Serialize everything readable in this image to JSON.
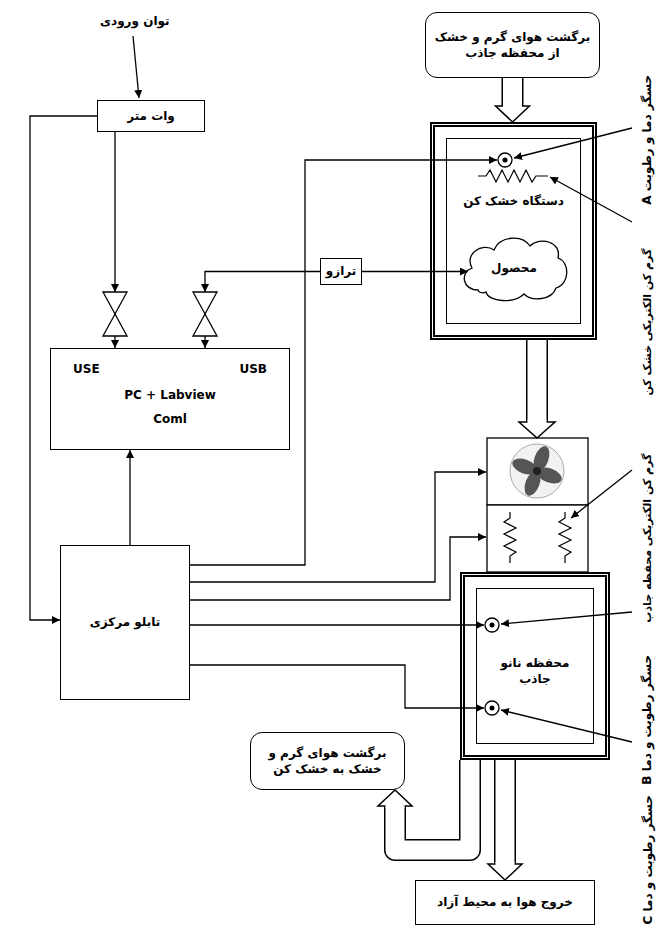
{
  "diagram": {
    "nodes": [
      {
        "text": [
          "برگشت هوای گرم و خشک از محفظه جاذب"
        ]
      },
      {
        "text": [
          "وات متر"
        ]
      },
      {
        "text": [
          "دستگاه خشک کن"
        ]
      },
      {
        "text": [
          "محصول"
        ],
        "in": 2
      },
      {
        "text": [
          "ترازو"
        ]
      },
      {
        "text": [
          "USE",
          "USB",
          "PC + Labview",
          "Coml"
        ]
      },
      {
        "text": [
          "تابلو مرکزی"
        ]
      },
      {
        "text": [
          "محفظه نانو جاذب"
        ]
      },
      {
        "text": [
          "برگشت هوای گرم و خشک به خشک کن"
        ]
      },
      {
        "text": [
          "خروج هوا به محیط آزاد"
        ]
      }
    ],
    "edges": [
      {
        "from": 0,
        "to": 2,
        "arrow": "to"
      },
      {
        "from": 1,
        "to": 5,
        "arrow": "to"
      },
      {
        "from": 1,
        "to": 6,
        "arrow": "to"
      },
      {
        "from": 4,
        "to": 5,
        "arrow": "to"
      },
      {
        "from": 4,
        "to": 3,
        "arrow": "to"
      },
      {
        "from": 6,
        "to": 5,
        "arrow": "to"
      },
      {
        "from": 6,
        "to": 2,
        "arrow": "to"
      },
      {
        "from": 6,
        "to": 7,
        "arrow": "to"
      },
      {
        "from": 6,
        "to": 7,
        "arrow": "to"
      },
      {
        "from": 7,
        "to": 8,
        "arrow": "to"
      },
      {
        "from": 7,
        "to": 9,
        "arrow": "to"
      }
    ],
    "labels": [
      "توان ورودی",
      "حسگر دما و رطوبت A",
      "گرم کن الکتریکی خشک کن",
      "گرم کن الکتریکی محفظه جاذب",
      "حسگر رطوبت و دما B",
      "حسگر رطوبت و دما C"
    ]
  }
}
